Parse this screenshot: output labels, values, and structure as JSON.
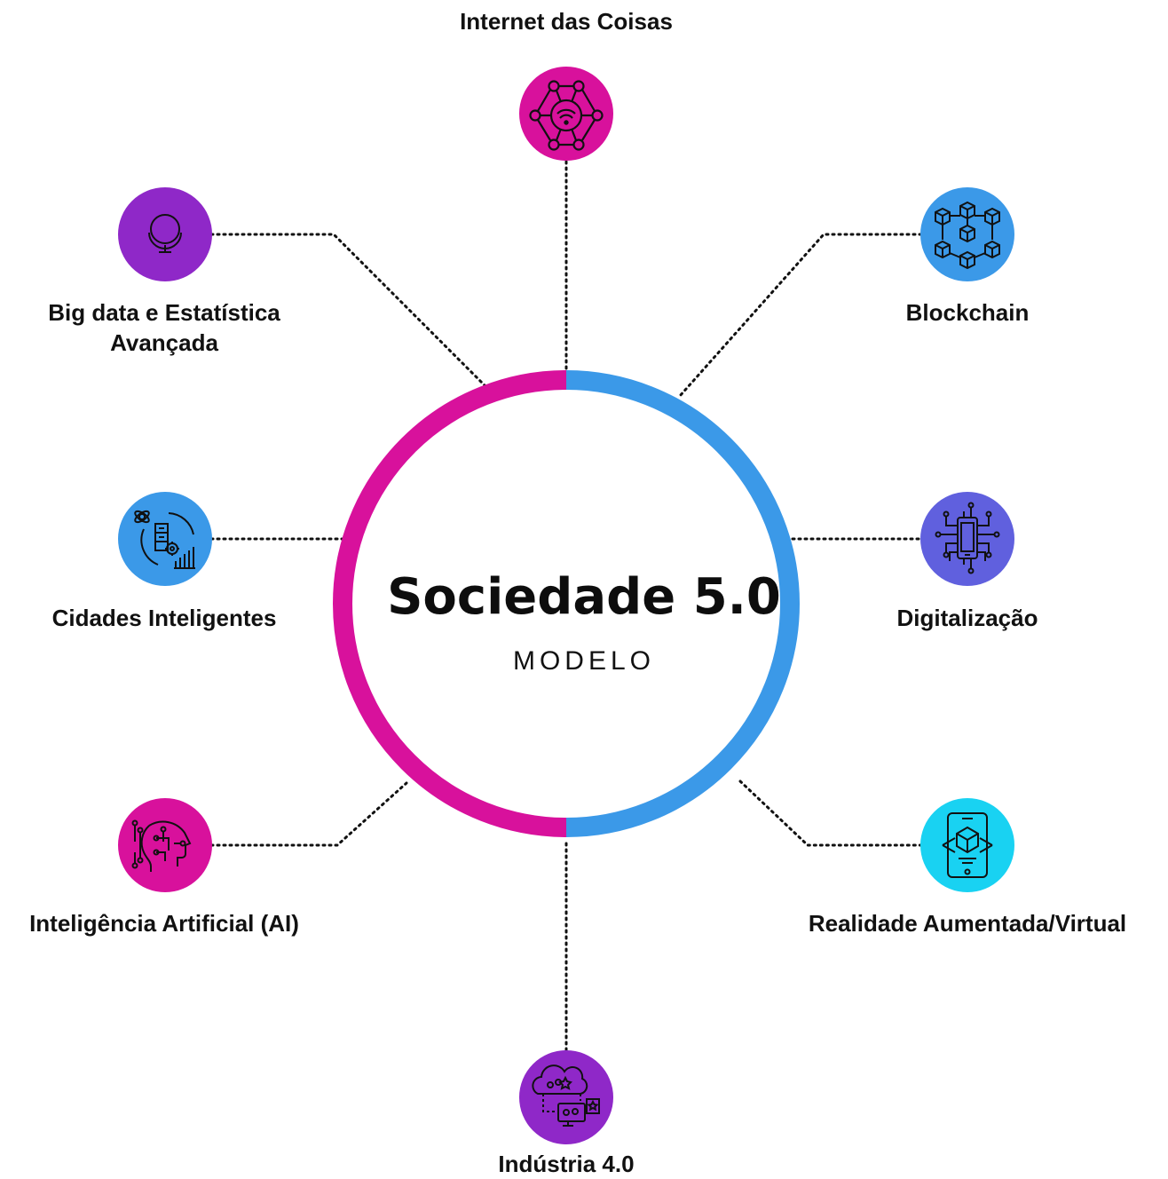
{
  "center": {
    "title": "Sociedade 5.0",
    "subtitle": "MODELO",
    "ring_left_color": "#d8119c",
    "ring_right_color": "#3b99e8"
  },
  "nodes": {
    "iot": {
      "label": "Internet das Coisas",
      "icon": "iot-network-icon",
      "color": "#d8119c"
    },
    "blockchain": {
      "label": "Blockchain",
      "icon": "blockchain-cubes-icon",
      "color": "#3b99e8"
    },
    "digital": {
      "label": "Digitalização",
      "icon": "phone-circuit-icon",
      "color": "#6060de"
    },
    "ar": {
      "label": "Realidade Aumentada/Virtual",
      "icon": "phone-ar-cube-icon",
      "color": "#19d2f2"
    },
    "industria": {
      "label": "Indústria 4.0",
      "icon": "cloud-monitor-icon",
      "color": "#8f28c8"
    },
    "ai": {
      "label": "Inteligência Artificial (AI)",
      "icon": "head-circuit-icon",
      "color": "#d8119c"
    },
    "cidades": {
      "label": "Cidades Inteligentes",
      "icon": "smart-city-data-icon",
      "color": "#3b99e8"
    },
    "bigdata": {
      "label_line1": "Big data e Estatística",
      "label_line2": "Avançada",
      "icon": "crystal-ball-icon",
      "color": "#8f28c8"
    }
  }
}
